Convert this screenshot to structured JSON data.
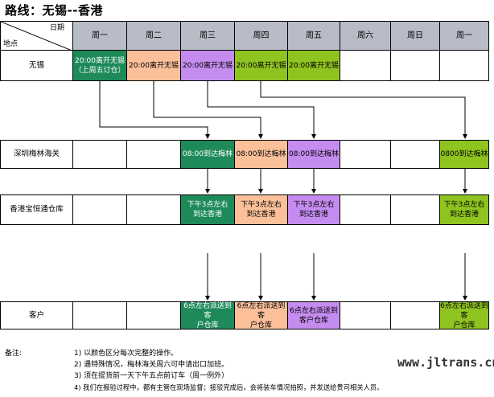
{
  "title": "路线：无锡--香港",
  "corner": {
    "top": "日期",
    "bottom": "地点"
  },
  "days": [
    "周一",
    "周二",
    "周三",
    "周四",
    "周五",
    "周六",
    "周日",
    "周一"
  ],
  "locations": [
    "无锡",
    "深圳梅林海关",
    "香港宝恒通仓库",
    "客户"
  ],
  "colors": {
    "header": "#b7bcc7",
    "green": "#1e8a5a",
    "peach": "#fbc09a",
    "violet": "#c58cf0",
    "lime": "#8fc31f"
  },
  "rows": {
    "wuxi": {
      "mon1": "20:00离开无锡\n（上周五订仓）",
      "tue": "20:00离开无锡",
      "wed": "20:00离开无锡",
      "thu": "20:00离开无锡",
      "fri": "20:00离开无锡"
    },
    "meilin": {
      "wed": "08:00到达梅林",
      "thu": "08:00到达梅林",
      "fri": "08:00到达梅林",
      "mon2": "0800到达梅林"
    },
    "hk": {
      "wed": "下午3点左右\n到达香港",
      "thu": "下午3点左右\n到达香港",
      "fri": "下午3点左右\n到达香港",
      "mon2": "下午3点左右\n到达香港"
    },
    "client": {
      "wed": "6点左右派送到客\n户仓库",
      "thu": "6点左右派送到客\n户仓库",
      "fri": "6点左右派送到\n客户仓库",
      "mon2": "6点左右派送到客\n户仓库"
    }
  },
  "notes": {
    "label": "备注:",
    "lines": [
      "1) 以颜色区分每次完整的操作。",
      "2) 遇特殊情况，梅林海关周六可申请出口加班。",
      "3) 须在提货前一天下午五点前订车（周一例外）",
      "4) 我们在报验过程中，都有主管在现场监督；接驳完成后，会将装车情况拍照，并发送给贵司相关人员。"
    ]
  },
  "watermark": "www.jltrans.cn"
}
